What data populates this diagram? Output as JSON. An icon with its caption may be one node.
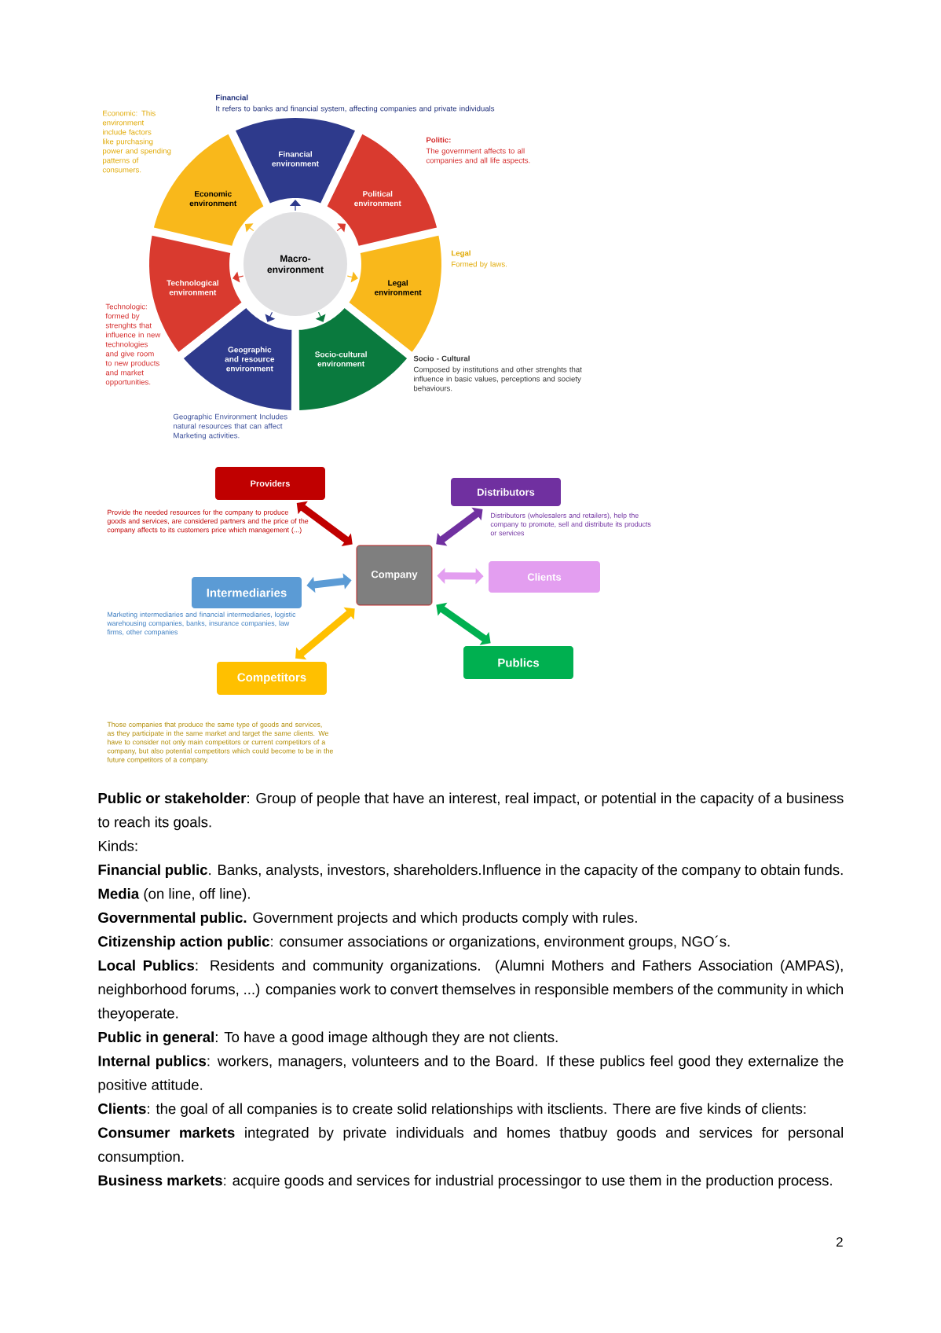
{
  "diagram": {
    "nodes": [
      {
        "text": [
          "Macro-environment"
        ]
      },
      {
        "text": [
          "Financial environment"
        ]
      },
      {
        "text": [
          "Political environment"
        ]
      },
      {
        "text": [
          "Legal environment"
        ]
      },
      {
        "text": [
          "Socio-cultural environment"
        ]
      },
      {
        "text": [
          "Geographic and resource environment"
        ]
      },
      {
        "text": [
          "Technological environment"
        ]
      },
      {
        "text": [
          "Economic environment"
        ]
      },
      {
        "text": [
          "Providers"
        ],
        "beside": [
          "Provide the needed resources for the company to produce goods and services, are considered partners and the price of the company affects to its customers price which management (...)"
        ]
      },
      {
        "text": [
          "Distributors"
        ],
        "beside": [
          "Distributors (wholesalers and retailers), help the company to promote, sell and distribute its products or services"
        ]
      },
      {
        "text": [
          "Company"
        ]
      },
      {
        "text": [
          "Clients"
        ]
      },
      {
        "text": [
          "Intermediaries"
        ],
        "beside": [
          "Marketing intermediaries and financial intermediaries, logistic warehousing companies, banks, insurance companies, law firms, other companies"
        ]
      },
      {
        "text": [
          "Publics"
        ]
      },
      {
        "text": [
          "Competitors"
        ],
        "beside": [
          "Those companies that produce the same type of goods and services, as they participate in the same market and target the same clients. We have to consider not only main competitors or current competitors of a company, but also potential competitors which could become to be in the future competitors of a company."
        ]
      }
    ],
    "edges": [
      {
        "from": 0,
        "to": 1,
        "arrow": "to",
        "color": "#2e3a8c"
      },
      {
        "from": 0,
        "to": 2,
        "arrow": "to",
        "color": "#d93a2f"
      },
      {
        "from": 0,
        "to": 3,
        "arrow": "to",
        "color": "#f9b81b"
      },
      {
        "from": 0,
        "to": 4,
        "arrow": "to",
        "color": "#0a7a3e"
      },
      {
        "from": 0,
        "to": 5,
        "arrow": "to",
        "color": "#2e3a8c"
      },
      {
        "from": 0,
        "to": 6,
        "arrow": "to",
        "color": "#d93a2f"
      },
      {
        "from": 0,
        "to": 7,
        "arrow": "to",
        "color": "#f9b81b"
      },
      {
        "from": 10,
        "to": 8,
        "arrow": "both",
        "style": "thick",
        "color": "#c00000"
      },
      {
        "from": 10,
        "to": 9,
        "arrow": "both",
        "style": "thick",
        "color": "#7030a0"
      },
      {
        "from": 10,
        "to": 11,
        "arrow": "both",
        "style": "thick",
        "color": "#e39ef0"
      },
      {
        "from": 10,
        "to": 12,
        "arrow": "both",
        "style": "thick",
        "color": "#5b9bd5"
      },
      {
        "from": 10,
        "to": 13,
        "arrow": "both",
        "style": "thick",
        "color": "#00b050"
      },
      {
        "from": 10,
        "to": 14,
        "arrow": "both",
        "style": "thick",
        "color": "#ffc000"
      }
    ],
    "labels": [
      "Financial",
      "It refers to banks and financial system, affecting companies and private individuals",
      "Economic: This environment include factors like purchasing power and spending patterns of consumers.",
      "Politic:",
      "The government affects to all companies and all life aspects.",
      "Legal",
      "Formed by laws.",
      "Technologic: formed by strenghts that influence in new technologies and give room to new products and market opportunities.",
      "Geographic Environment Includes natural resources that can affect Marketing activities.",
      "Socio - Cultural",
      "Composed by institutions and other strenghts that influence in basic values, perceptions and society behaviours.",
      "**Public or stakeholder**: Group of people that have an interest, real impact, or potential in the capacity of a business to reach its goals.",
      "Kinds:",
      "**Financial public**. Banks, analysts, investors, shareholders.Influence in the capacity of the company to obtain funds.",
      "**Media** (on line, off line).",
      "**Governmental public.** Government projects and which products comply with rules.",
      "**Citizenship action public**: consumer associations or organizations, environment groups, NGO´s.",
      "**Local Publics**: Residents and community organizations. (Alumni Mothers and Fathers Association (AMPAS), neighborhood forums, ...) companies work to convert themselves in responsible members of the community in which theyoperate.",
      "**Public in general**: To have a good image although they are not clients.",
      "**Internal publics**: workers, managers, volunteers and to the Board. If these publics feel good they externalize the positive attitude.",
      "**Clients**: the goal of all companies is to create solid relationships with itsclients. There are five kinds of clients:",
      "**Consumer markets** integrated by private individuals and homes thatbuy goods and services for personal consumption.",
      "**Business markets**: acquire goods and services for industrial processingor to use them in the production process.",
      "2"
    ]
  }
}
